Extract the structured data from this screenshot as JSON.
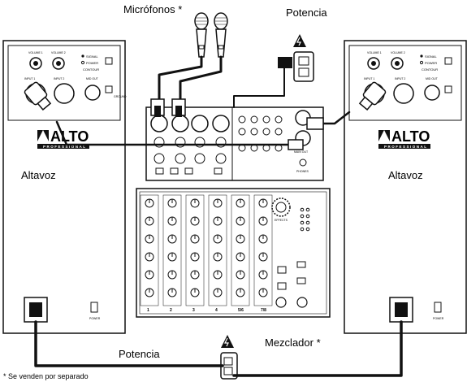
{
  "labels": {
    "microphones": "Micrófonos *",
    "power_top": "Potencia",
    "speaker_left": "Altavoz",
    "speaker_right": "Altavoz",
    "mixer": "Mezclador *",
    "power_bottom": "Potencia",
    "footnote": "* Se venden por separado"
  },
  "speaker_panel": {
    "volume1": "VOLUME 1",
    "volume2": "VOLUME 2",
    "input1": "INPUT 1",
    "input2": "INPUT 2",
    "mid_out": "MID OUT",
    "power_led": "POWER",
    "signal_led": "SIGNAL",
    "contour": "CONTOUR",
    "ground": "GROUND",
    "power_switch": "POWER",
    "brand": "ALTO",
    "brand_sub": "PROFESSIONAL"
  },
  "mixer_panel": {
    "effects": "EFFECTS",
    "main_out": "MAIN OUT",
    "phones": "PHONES",
    "channels": [
      "1",
      "2",
      "3",
      "4",
      "5/6",
      "7/8"
    ]
  },
  "colors": {
    "line": "#111111",
    "background": "#ffffff"
  }
}
